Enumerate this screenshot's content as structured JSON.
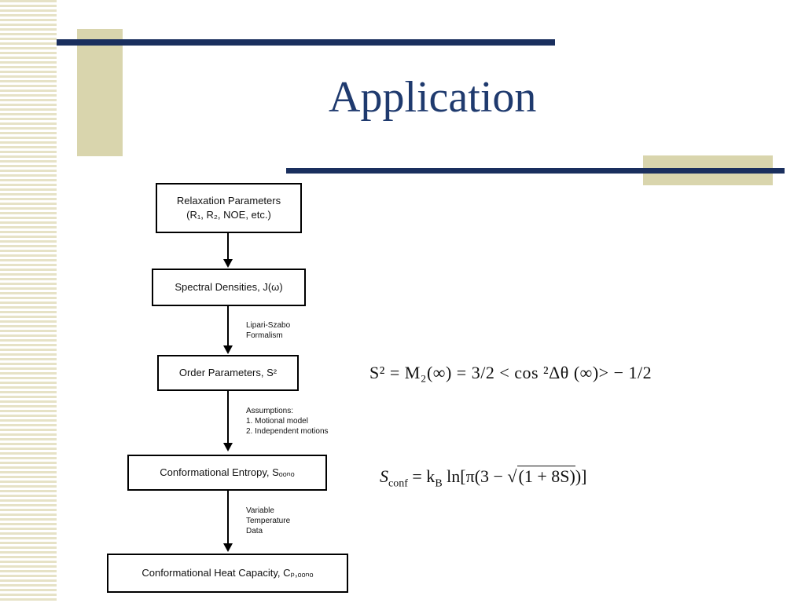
{
  "slide": {
    "title": "Application"
  },
  "flowchart": {
    "boxes": [
      {
        "line1": "Relaxation Parameters",
        "line2": "(R₁, R₂, NOE, etc.)"
      },
      {
        "line1": "Spectral Densities, J(ω)"
      },
      {
        "line1": "Order Parameters, S²"
      },
      {
        "line1": "Conformational Entropy, Sₒₒₙₒ"
      },
      {
        "line1": "Conformational Heat Capacity, Cₚ,ₒₒₙₒ"
      }
    ],
    "notes": [
      {
        "lines": [
          "Lipari-Szabo",
          "Formalism"
        ]
      },
      {
        "lines": [
          "Assumptions:",
          "1. Motional model",
          "2. Independent motions"
        ]
      },
      {
        "lines": [
          "Variable",
          "Temperature",
          "Data"
        ]
      }
    ]
  },
  "equations": {
    "order_parameter": "S² = M₂(∞) = 3/2 < cos ²Δθ (∞)> − 1/2",
    "entropy_lhs": "S",
    "entropy_lhs_sub": "conf",
    "entropy_mid": " = k",
    "entropy_mid_sub": "B",
    "entropy_rhs_a": " ln[π(3 − √",
    "entropy_rhs_radicand": "(1 + 8S)",
    "entropy_rhs_b": ")]"
  },
  "colors": {
    "title": "#1f3a6e",
    "rule": "#1a2f5e",
    "accent": "#d9d5ad"
  }
}
